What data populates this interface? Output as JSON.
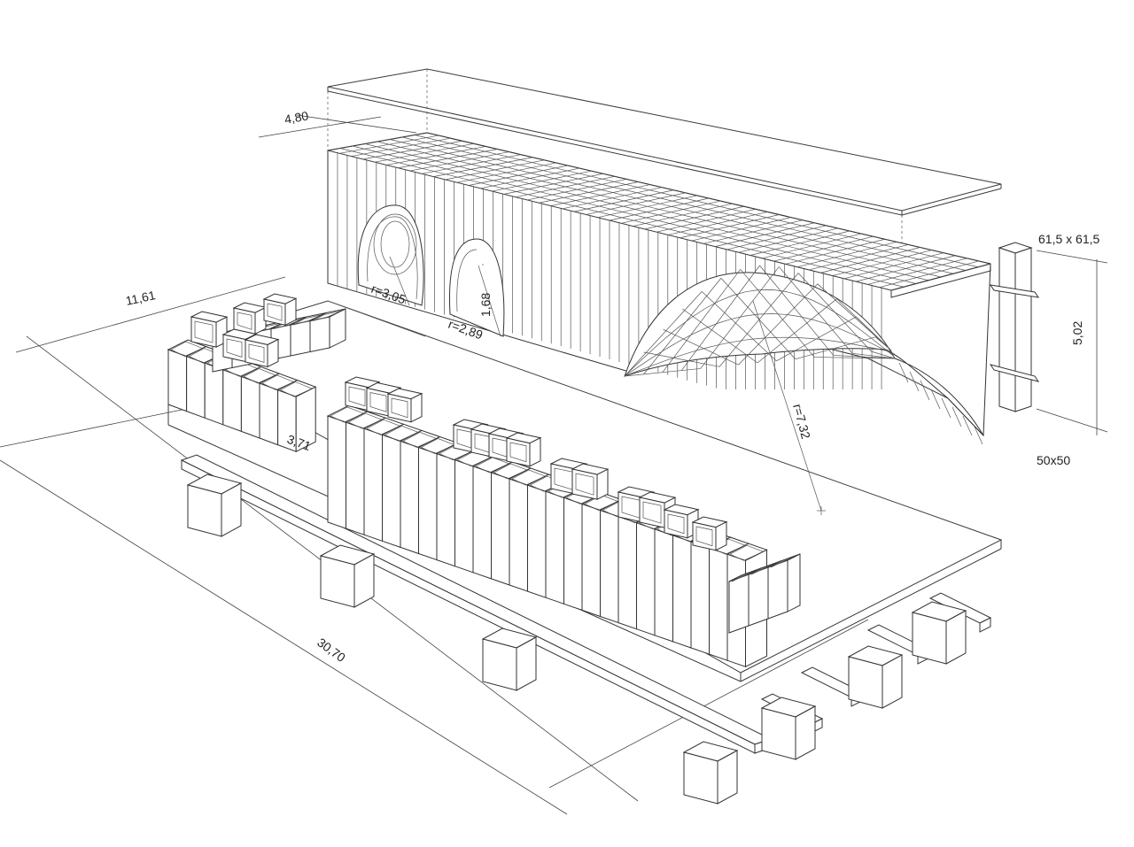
{
  "labels": {
    "roof_depth": "4,80",
    "width": "11,61",
    "length": "30,70",
    "wall_offset": "3,71",
    "arch1_radius": "r=3,05",
    "arch2_radius": "r=2,89",
    "arch2_height": "1,68",
    "vault_radius": "r=7,32",
    "grid_module": "61,5 x 61,5",
    "height": "5,02",
    "beam_section": "50x50"
  },
  "colors": {
    "line": "#3a3a3a",
    "background": "#ffffff"
  }
}
